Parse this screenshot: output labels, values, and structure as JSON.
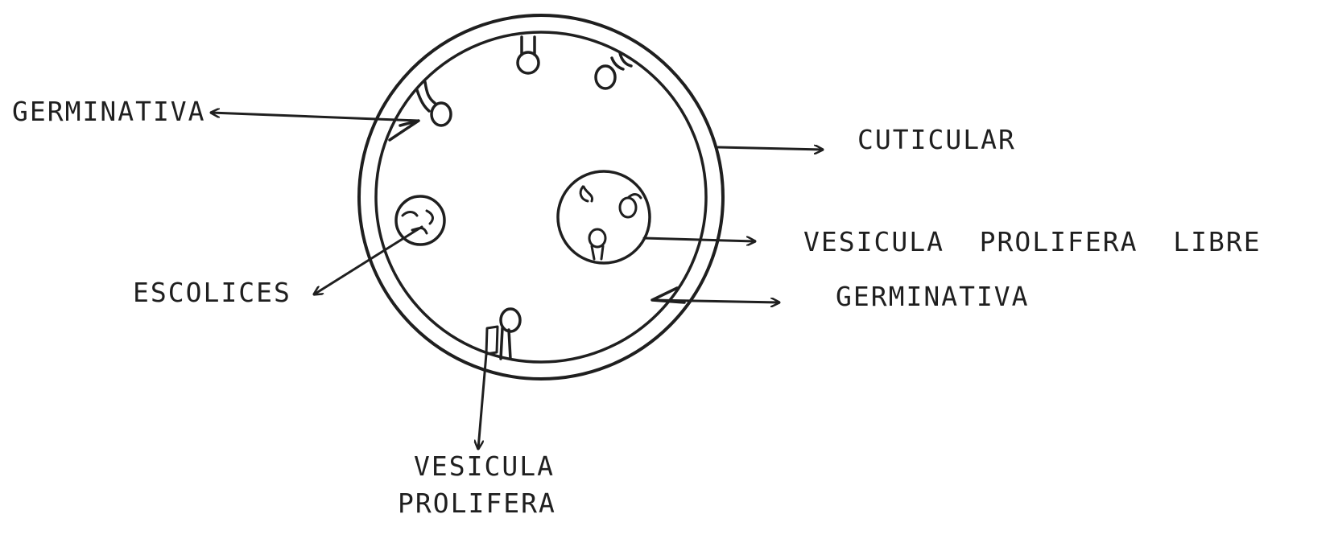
{
  "labels": {
    "germinativa_top": "GERMINATIVA",
    "cuticular": "CUTICULAR",
    "vesicula_prolifera_libre": "VESICULA  PROLIFERA  LIBRE",
    "germinativa_right": "GERMINATIVA",
    "escolices": "ESCOLICES",
    "vesicula": "VESICULA",
    "prolifera": "PROLIFERA"
  },
  "colors": {
    "ink": "#1f1f1f",
    "background": "#ffffff"
  }
}
